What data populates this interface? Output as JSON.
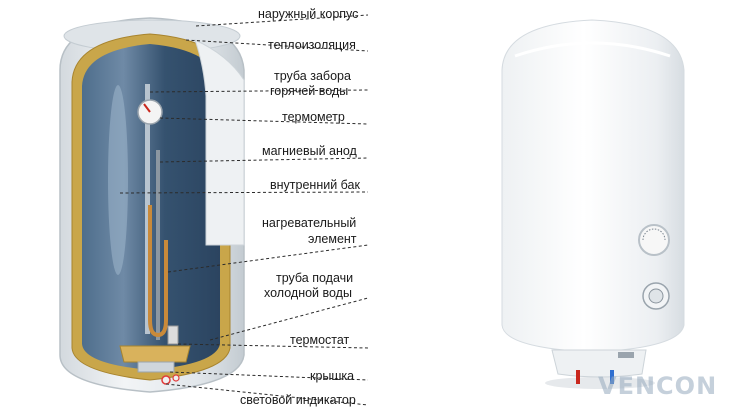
{
  "labels": {
    "outer_casing": "наружный корпус",
    "insulation": "теплоизоляция",
    "hot_pipe_1": "труба забора",
    "hot_pipe_2": "горячей воды",
    "thermometer": "термометр",
    "anode": "магниевый анод",
    "inner_tank": "внутренний бак",
    "heater_1": "нагревательный",
    "heater_2": "элемент",
    "cold_pipe_1": "труба подачи",
    "cold_pipe_2": "холодной воды",
    "thermostat": "термостат",
    "cover": "крышка",
    "indicator": "световой индикатор"
  },
  "watermark": "VENCON",
  "colors": {
    "insulation": "#c9a64a",
    "tank_inner": "#3f5f80",
    "casing": "#e7ebee",
    "leader_line": "#2b2b2b"
  }
}
